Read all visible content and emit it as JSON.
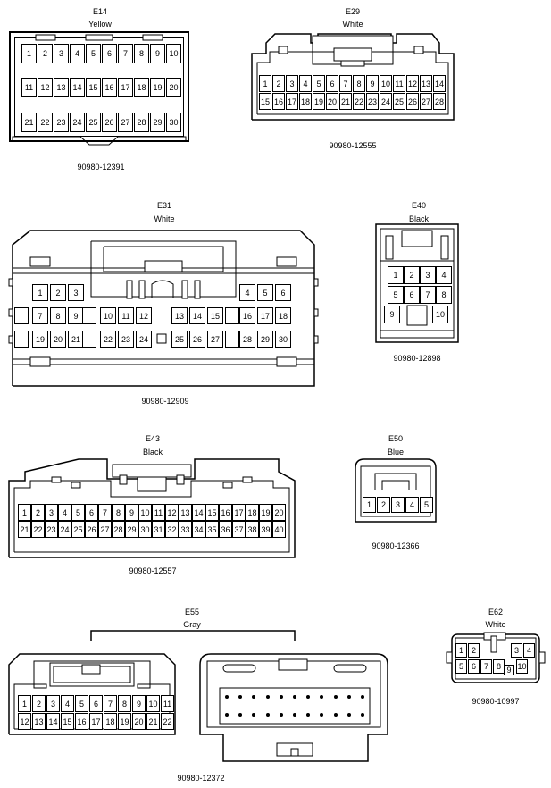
{
  "connectors": {
    "e14": {
      "id": "E14",
      "color": "Yellow",
      "part": "90980-12391",
      "pins": [
        "1",
        "2",
        "3",
        "4",
        "5",
        "6",
        "7",
        "8",
        "9",
        "10",
        "11",
        "12",
        "13",
        "14",
        "15",
        "16",
        "17",
        "18",
        "19",
        "20",
        "21",
        "22",
        "23",
        "24",
        "25",
        "26",
        "27",
        "28",
        "29",
        "30"
      ]
    },
    "e29": {
      "id": "E29",
      "color": "White",
      "part": "90980-12555",
      "pins": [
        "1",
        "2",
        "3",
        "4",
        "5",
        "6",
        "7",
        "8",
        "9",
        "10",
        "11",
        "12",
        "13",
        "14",
        "15",
        "16",
        "17",
        "18",
        "19",
        "20",
        "21",
        "22",
        "23",
        "24",
        "25",
        "26",
        "27",
        "28"
      ]
    },
    "e31": {
      "id": "E31",
      "color": "White",
      "part": "90980-12909",
      "pins": [
        "1",
        "2",
        "3",
        "4",
        "5",
        "6",
        "7",
        "8",
        "9",
        "10",
        "11",
        "12",
        "13",
        "14",
        "15",
        "16",
        "17",
        "18",
        "19",
        "20",
        "21",
        "22",
        "23",
        "24",
        "25",
        "26",
        "27",
        "28",
        "29",
        "30"
      ]
    },
    "e40": {
      "id": "E40",
      "color": "Black",
      "part": "90980-12898",
      "pins": [
        "1",
        "2",
        "3",
        "4",
        "5",
        "6",
        "7",
        "8",
        "9",
        "10"
      ]
    },
    "e43": {
      "id": "E43",
      "color": "Black",
      "part": "90980-12557",
      "pins": [
        "1",
        "2",
        "3",
        "4",
        "5",
        "6",
        "7",
        "8",
        "9",
        "10",
        "11",
        "12",
        "13",
        "14",
        "15",
        "16",
        "17",
        "18",
        "19",
        "20",
        "21",
        "22",
        "23",
        "24",
        "25",
        "26",
        "27",
        "28",
        "29",
        "30",
        "31",
        "32",
        "33",
        "34",
        "35",
        "36",
        "37",
        "38",
        "39",
        "40"
      ]
    },
    "e50": {
      "id": "E50",
      "color": "Blue",
      "part": "90980-12366",
      "pins": [
        "1",
        "2",
        "3",
        "4",
        "5"
      ]
    },
    "e55": {
      "id": "E55",
      "color": "Gray",
      "part": "90980-12372",
      "pins": [
        "1",
        "2",
        "3",
        "4",
        "5",
        "6",
        "7",
        "8",
        "9",
        "10",
        "11",
        "12",
        "13",
        "14",
        "15",
        "16",
        "17",
        "18",
        "19",
        "20",
        "21",
        "22"
      ]
    },
    "e62": {
      "id": "E62",
      "color": "White",
      "part": "90980-10997",
      "pins": [
        "1",
        "2",
        "3",
        "4",
        "5",
        "6",
        "7",
        "8",
        "9",
        "10"
      ]
    }
  }
}
